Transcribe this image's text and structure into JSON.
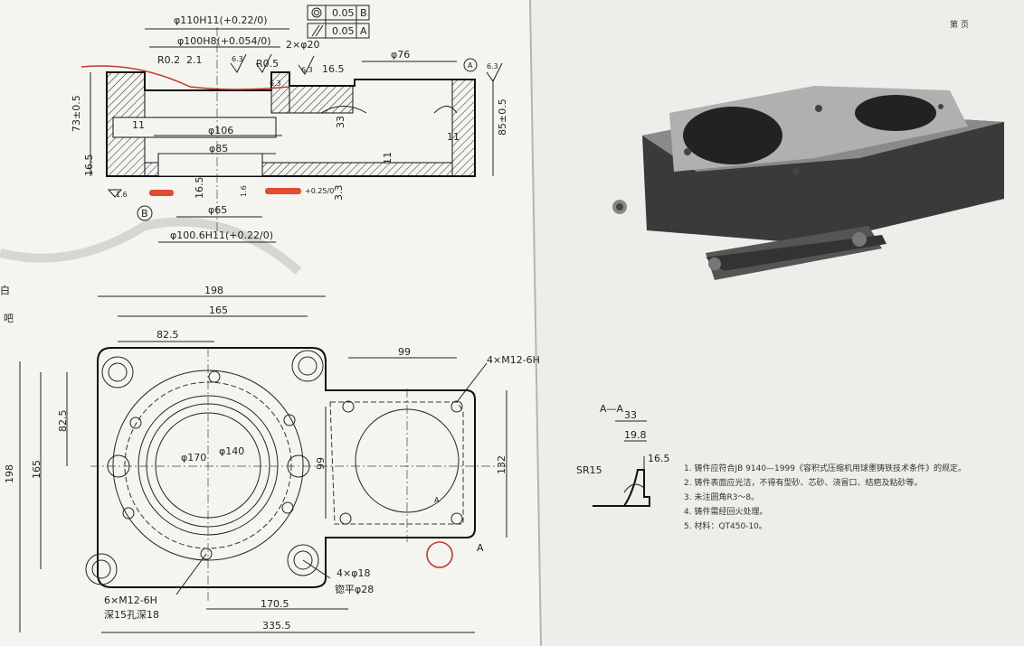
{
  "top_section": {
    "d110": "φ110H11(+0.22/0)",
    "d100": "φ100H8(+0.054/0)",
    "tol_concentric": "0.05",
    "tol_concentric_ref": "B",
    "tol_parallel": "0.05",
    "tol_parallel_ref": "A",
    "holes_2x20": "2×φ20",
    "r02": "R0.2",
    "d21": "2.1",
    "r05": "R0.5",
    "rough63a": "6.3",
    "rough63b": "6.3",
    "rough63c": "6.3",
    "rough63d": "6.3",
    "d165_small": "16.5",
    "d76": "φ76",
    "datum_a": "A",
    "h73": "73±0.5",
    "w11a": "11",
    "d33": "33",
    "d106": "φ106",
    "d85": "φ85",
    "w11b": "11",
    "h85": "85±0.5",
    "h165b": "16.5",
    "w11c": "11",
    "d16": "1.6",
    "d165c": "16.5",
    "d16b": "1.6",
    "tol_025": "+0.25/0",
    "d33b": "3.3",
    "datum_b": "B",
    "d65": "φ65",
    "d1006": "φ100.6H11(+0.22/0)"
  },
  "plan_view": {
    "w198": "198",
    "w165": "165",
    "w825": "82.5",
    "h825": "82.5",
    "h165": "165",
    "h198": "198",
    "d170": "φ170",
    "d140": "φ140",
    "w99": "99",
    "h99": "99",
    "h132": "132",
    "m12_4": "4×M12-6H",
    "holes_4x18": "4×φ18",
    "spotface": "锪平φ28",
    "m12_6": "6×M12-6H",
    "m12_6_depth": "深15孔深18",
    "w1705": "170.5",
    "w3355": "335.5",
    "section_mark": "A",
    "section_mark2": "A"
  },
  "section_aa": {
    "title": "A—A",
    "d33": "33",
    "d198": "19.8",
    "d165": "16.5",
    "sr15": "SR15"
  },
  "tech_notes": [
    "1. 铸件应符合JB 9140—1999《容积式压缩机用球墨铸铁技术条件》的规定。",
    "2. 铸件表面应光洁，不得有型砂、芯砂、浇冒口、结疤及粘砂等。",
    "3. 未注圆角R3～8。",
    "4. 铸件需经回火处理。",
    "5. 材料：QT450-10。"
  ],
  "page_corner_mark": "第 页",
  "margin_marks": [
    "白",
    "吧"
  ]
}
